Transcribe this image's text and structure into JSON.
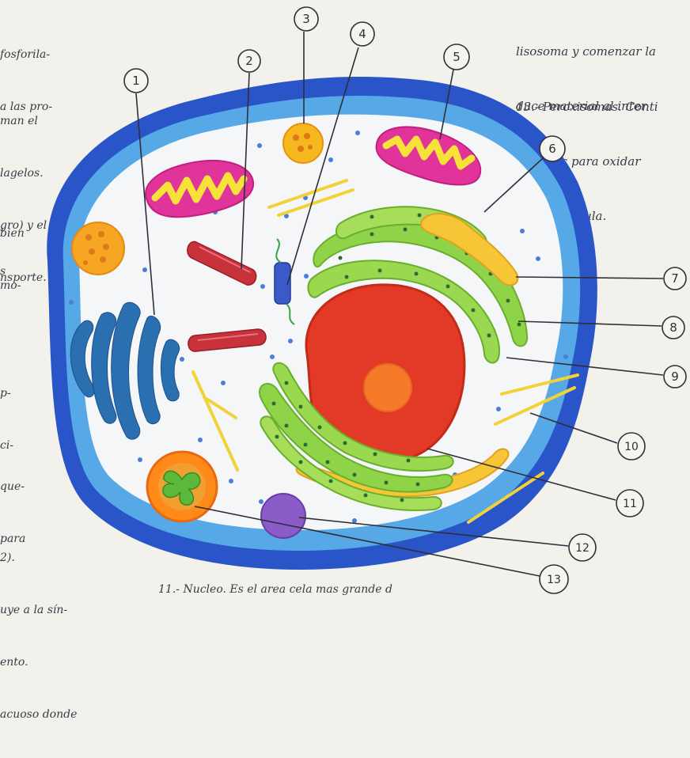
{
  "notes_left_top": [
    "fosforila-",
    "a las pro-"
  ],
  "notes_left_mid": [
    "man el",
    "lagelos.",
    "gro) y el",
    "nsporte."
  ],
  "notes_left_mid2": [
    "bien",
    "mo-"
  ],
  "notes_left_fragments": [
    "s",
    "p-",
    "ci-"
  ],
  "notes_left_bottom": [
    "que-",
    "para",
    "2).",
    "uye a la sín-",
    "ento.",
    "acuoso donde"
  ],
  "notes_right_top": [
    "lisosoma y comenzar la",
    "duce material al inter"
  ],
  "notes_right_13": [
    "13.- Peroxisomas. Conti",
    "oxidasas para oxidar",
    "can a la célula."
  ],
  "bottom_text": "11.- Nucleo. Es el area cela mas grande d",
  "labels": [
    "1",
    "2",
    "3",
    "4",
    "5",
    "6",
    "7",
    "8",
    "9",
    "10",
    "11",
    "12",
    "13"
  ],
  "colors": {
    "membrane": "#2a55c8",
    "cytoplasm_ring": "#56a8e6",
    "cytoplasm": "#f4f6f8",
    "nucleus": "#e23a26",
    "nucleolus": "#f57a2a",
    "er": "#8fd448",
    "golgi": "#2a6fb0",
    "mitochondria": "#e0349a",
    "mito_cristae": "#f7e23a",
    "lysosome": "#f6a623",
    "centrioles": "#c8323a",
    "peroxisome": "#8a5cc8",
    "chloroplast": "#ff8a1a",
    "ink": "#2f2f3a"
  }
}
